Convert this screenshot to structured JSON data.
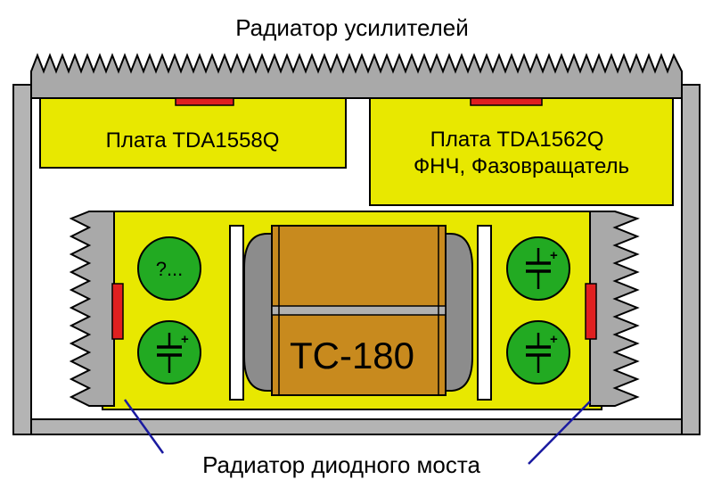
{
  "labels": {
    "amp_heatsink": "Радиатор усилителей",
    "board1": "Плата TDA1558Q",
    "board2_line1": "Плата TDA1562Q",
    "board2_line2": "ФНЧ, Фазовращатель",
    "transformer": "ТС-180",
    "unknown_cap": "?...",
    "diode_heatsink": "Радиатор диодного моста"
  },
  "colors": {
    "board_yellow": "#e8e800",
    "heatsink_gray": "#a9a9a9",
    "case_gray": "#b4b4b4",
    "chip_red": "#e02020",
    "capacitor_green": "#22aa22",
    "transformer_core": "#c88a1e",
    "transformer_winding": "#8c8c8c",
    "pointer_blue": "#1a1aa0"
  },
  "icons": {
    "capacitor": "electrolytic-capacitor-symbol"
  }
}
